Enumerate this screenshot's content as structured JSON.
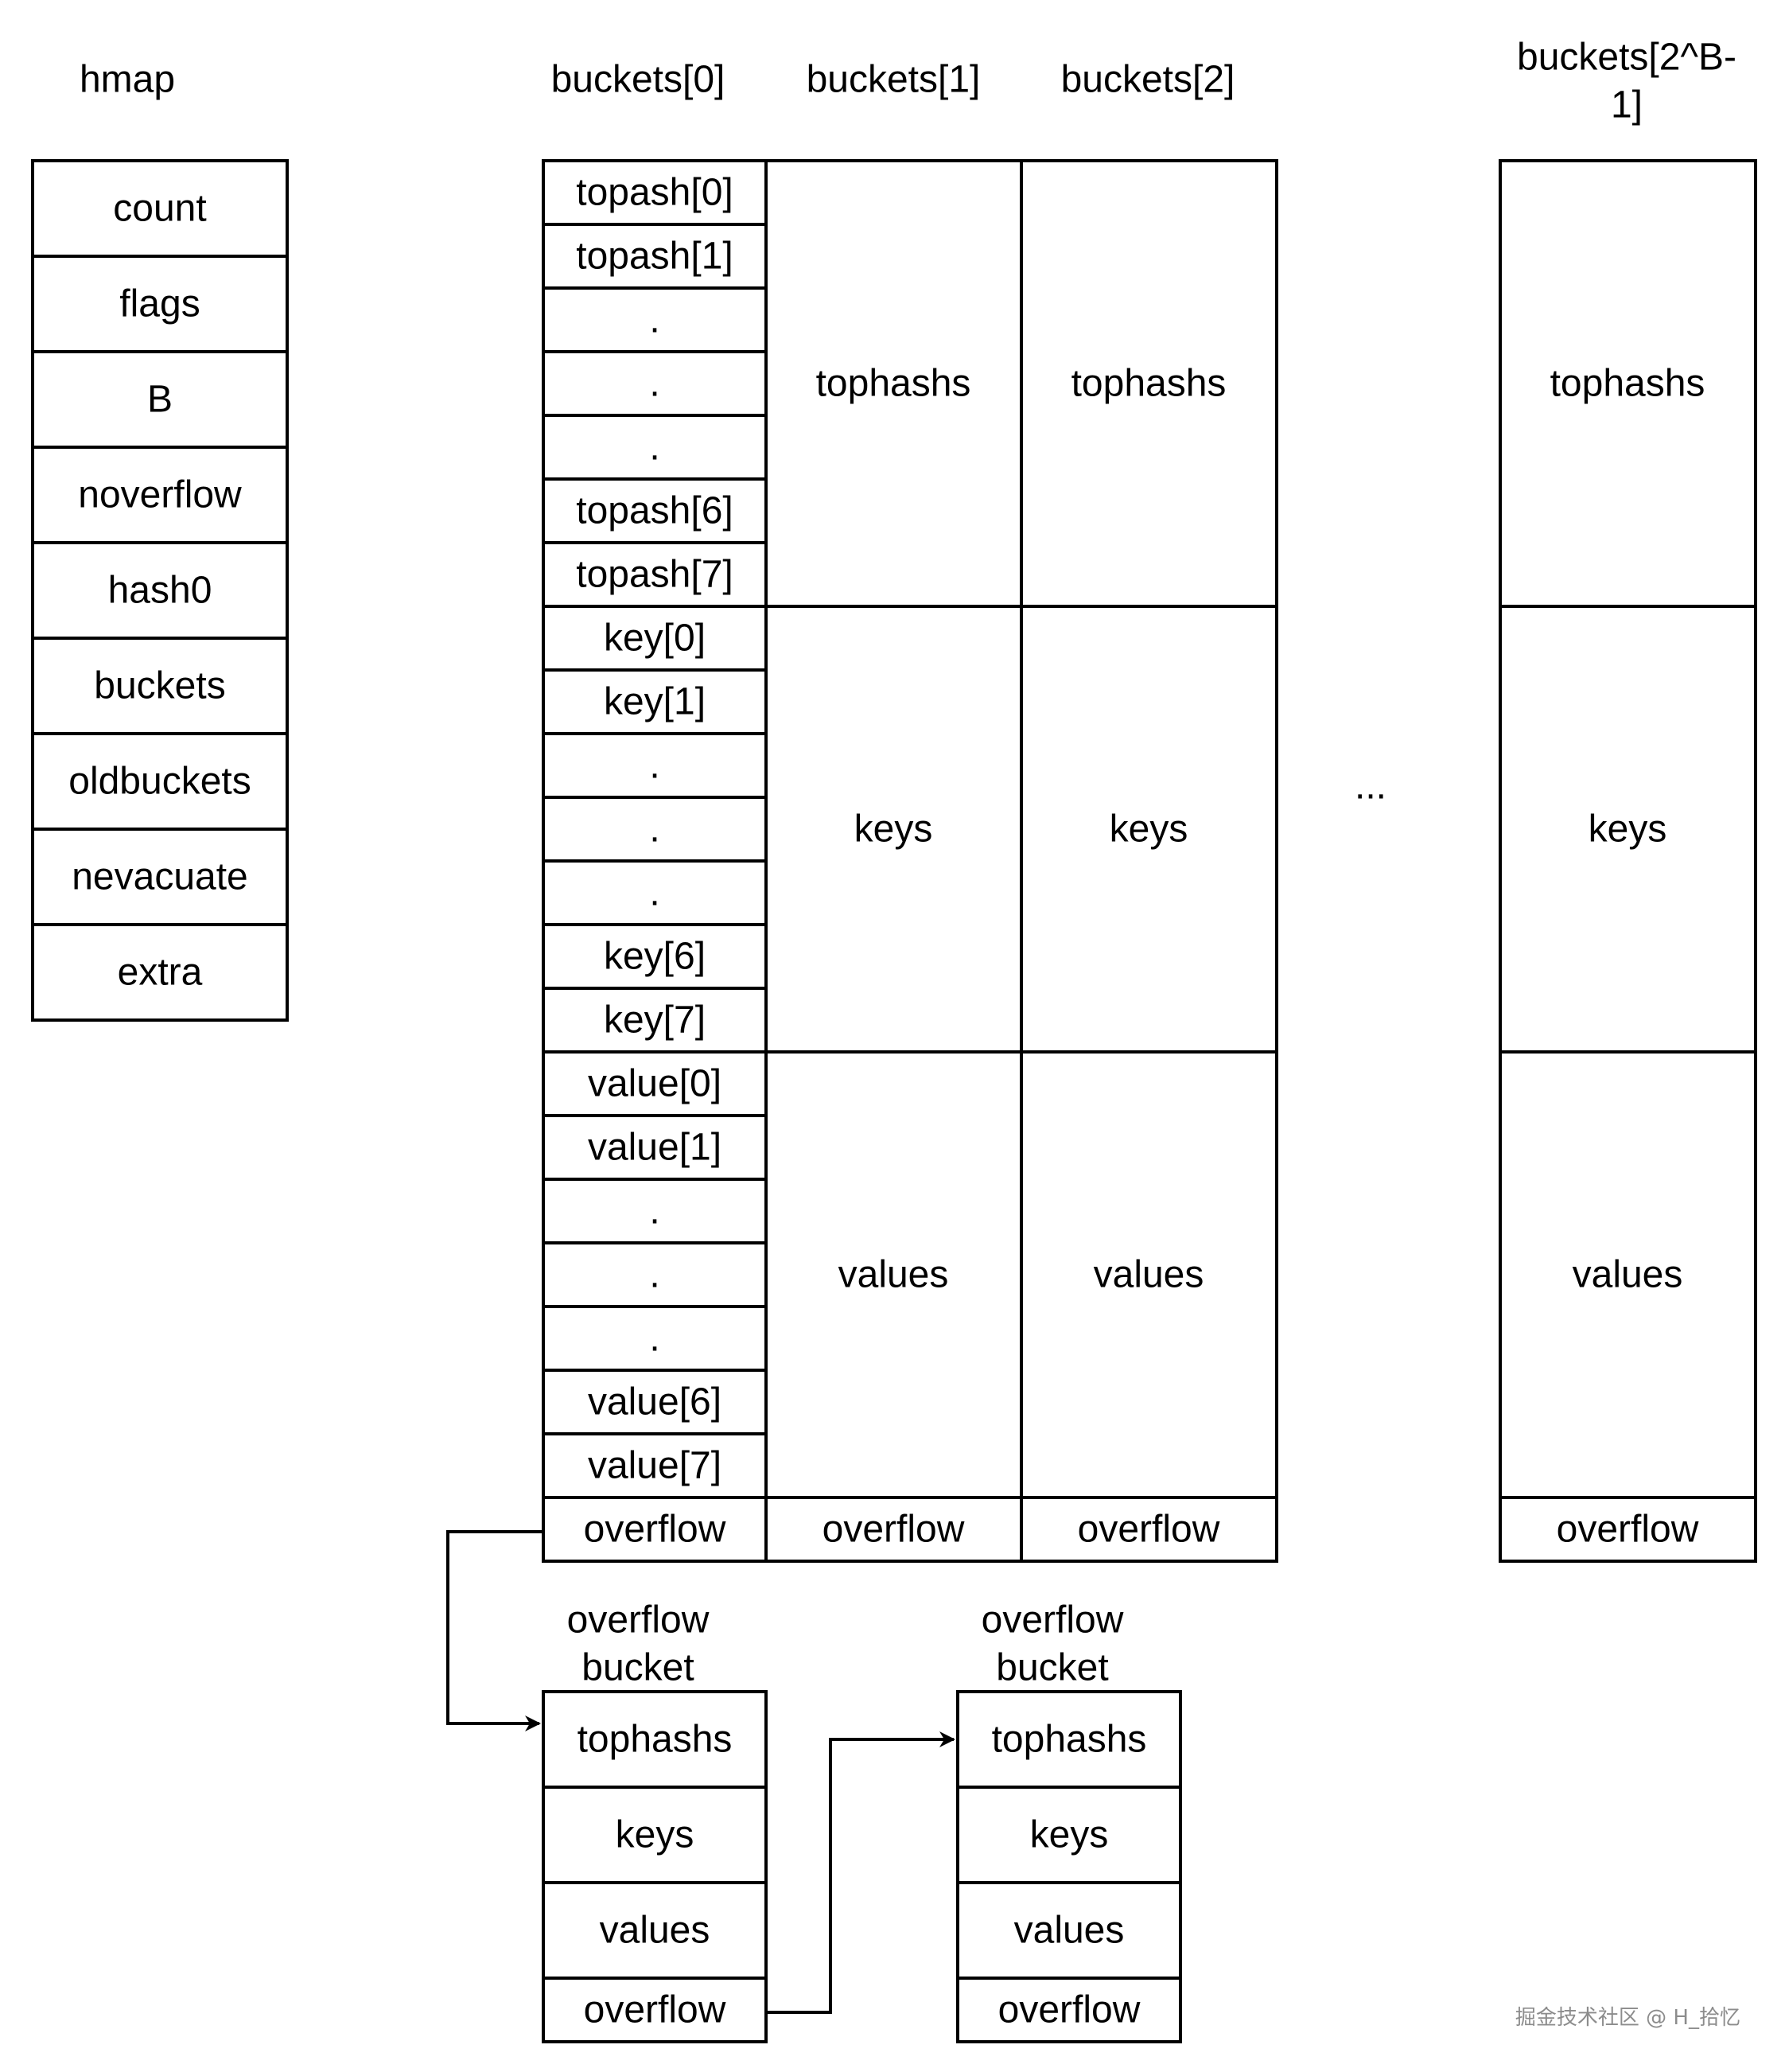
{
  "hmap": {
    "title": "hmap",
    "fields": [
      "count",
      "flags",
      "B",
      "noverflow",
      "hash0",
      "buckets",
      "oldbuckets",
      "nevacuate",
      "extra"
    ]
  },
  "buckets": {
    "headers": [
      "buckets[0]",
      "buckets[1]",
      "buckets[2]",
      "buckets[2^B-1]"
    ],
    "header_last_lines": [
      "buckets[2^B-",
      "1]"
    ],
    "detail_cells": [
      "topash[0]",
      "topash[1]",
      ".",
      ".",
      ".",
      "topash[6]",
      "topash[7]",
      "key[0]",
      "key[1]",
      ".",
      ".",
      ".",
      "key[6]",
      "key[7]",
      "value[0]",
      "value[1]",
      ".",
      ".",
      ".",
      "value[6]",
      "value[7]"
    ],
    "section_labels": [
      "tophashs",
      "keys",
      "values"
    ],
    "overflow_label": "overflow",
    "ellipsis": "..."
  },
  "overflow_buckets": [
    {
      "title_lines": [
        "overflow",
        "bucket"
      ],
      "rows": [
        "tophashs",
        "keys",
        "values",
        "overflow"
      ]
    },
    {
      "title_lines": [
        "overflow",
        "bucket"
      ],
      "rows": [
        "tophashs",
        "keys",
        "values",
        "overflow"
      ]
    }
  ],
  "watermark": "掘金技术社区 @ H_拾忆"
}
